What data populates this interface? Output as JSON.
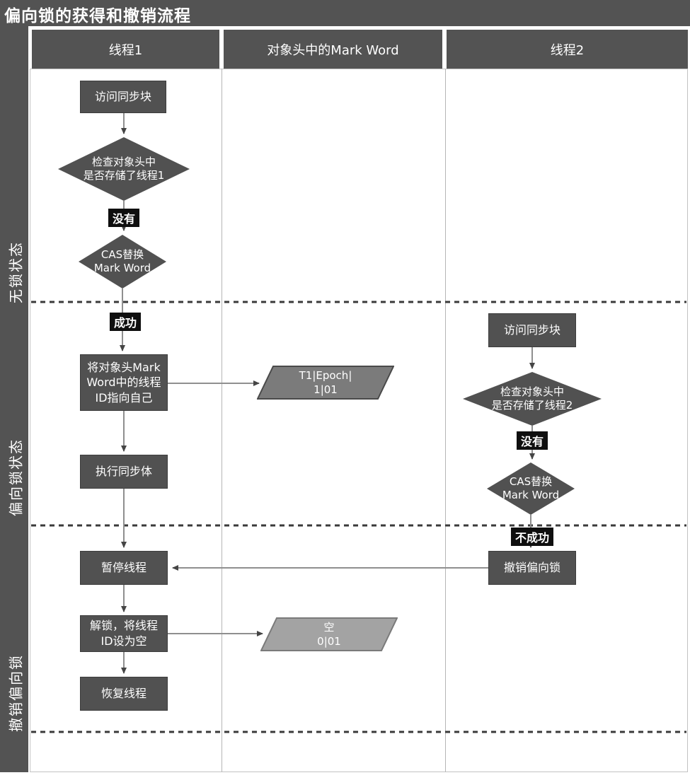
{
  "title": "偏向锁的获得和撤销流程",
  "lanes": [
    "线程1",
    "对象头中的Mark Word",
    "线程2"
  ],
  "sections": [
    "无锁状态",
    "偏向锁状态",
    "撤销偏向锁"
  ],
  "colors": {
    "frame_gray": "#535353",
    "node_gray": "#515151",
    "badge_black": "#0f0f0f",
    "markword_t1_fill": "#7b7b7b",
    "markword_empty_fill": "#a3a3a3",
    "connector": "#8f8f8f",
    "dashed_line": "#3a3a3a"
  },
  "thread1": {
    "step_access": "访问同步块",
    "decision_check": "检查对象头中\n是否存储了线程1",
    "label_no": "没有",
    "decision_cas": "CAS替换\nMark Word",
    "label_success": "成功",
    "step_point_id": "将对象头Mark\nWord中的线程\nID指向自己",
    "step_execute": "执行同步体",
    "step_pause": "暂停线程",
    "step_unlock": "解锁，将线程\nID设为空",
    "step_resume": "恢复线程"
  },
  "markword": {
    "biased_t1": "T1|Epoch|\n1|01",
    "empty": "空\n0|01"
  },
  "thread2": {
    "step_access": "访问同步块",
    "decision_check": "检查对象头中\n是否存储了线程2",
    "label_no": "没有",
    "decision_cas": "CAS替换\nMark Word",
    "label_fail": "不成功",
    "step_revoke": "撤销偏向锁"
  }
}
